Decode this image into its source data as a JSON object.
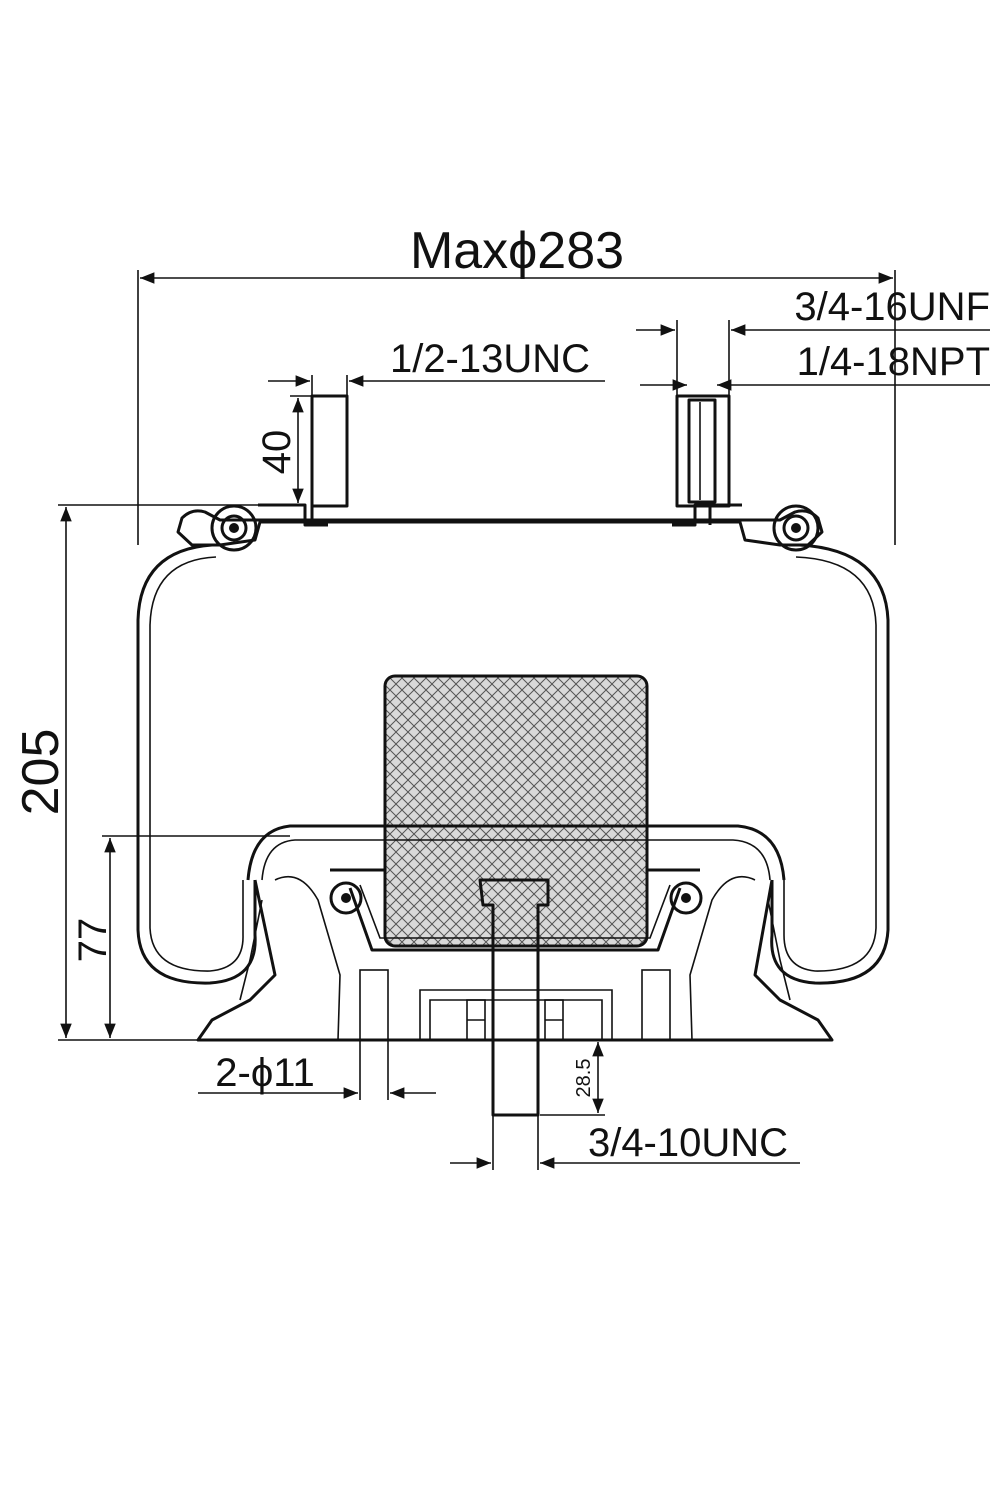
{
  "dimensions": {
    "max_diameter": "Maxϕ283",
    "top_thread_left": "1/2-13UNC",
    "top_thread_right": "3/4-16UNF",
    "air_port": "1/4-18NPT",
    "stud_height": "40",
    "total_height": "205",
    "piston_height": "77",
    "mount_holes": "2-ϕ11",
    "bottom_thread": "3/4-10UNC",
    "bottom_stud_length": "28.5"
  },
  "colors": {
    "line": "#111111",
    "bumper_fill": "#d6d6d6"
  }
}
